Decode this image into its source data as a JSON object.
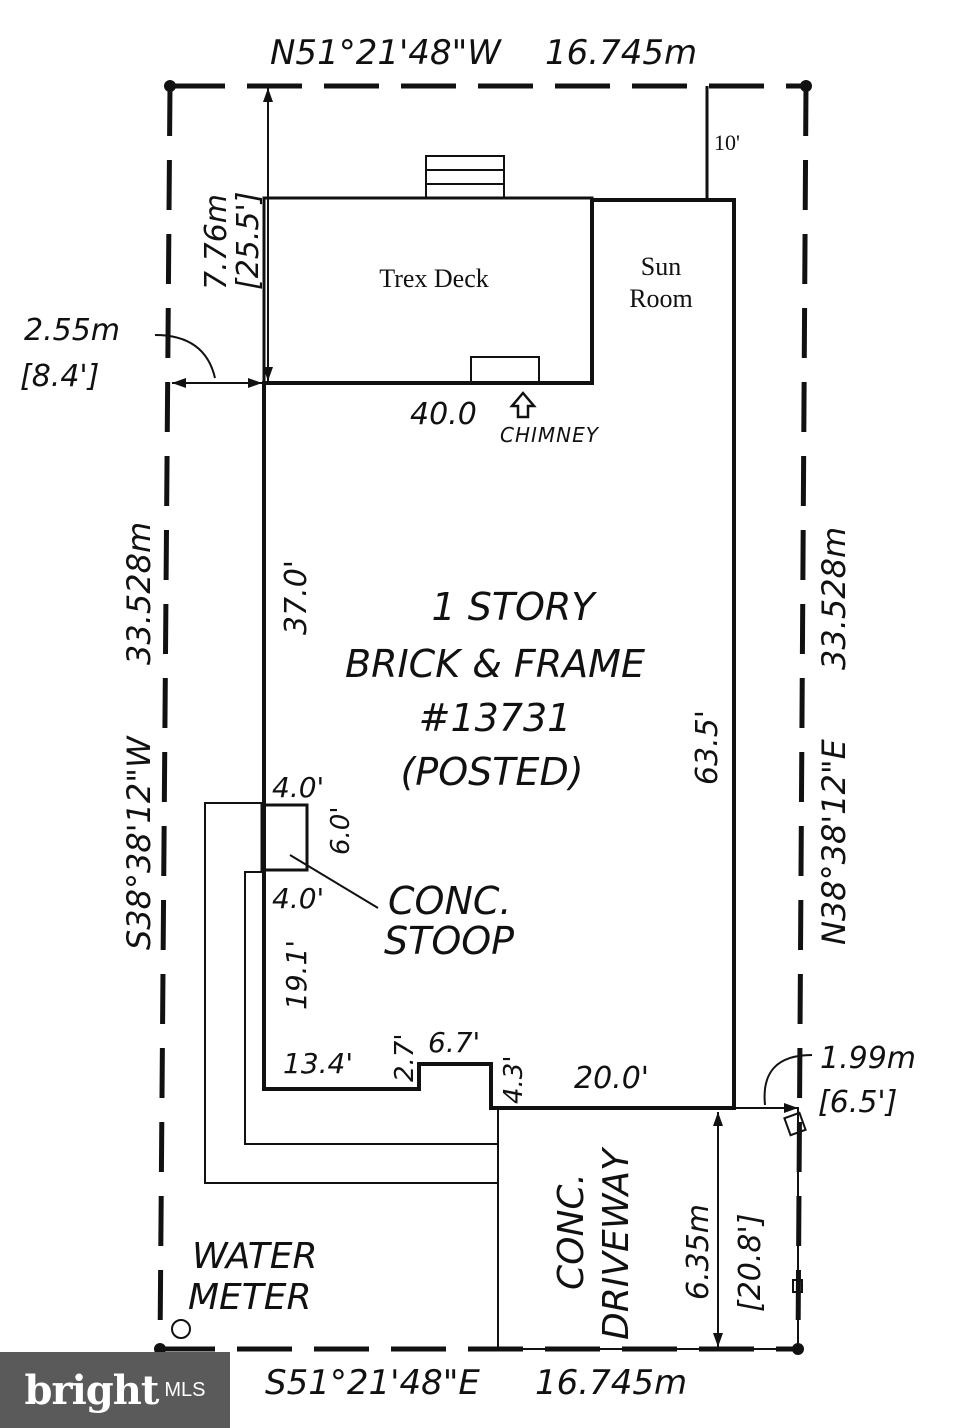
{
  "boundary": {
    "north": "N51°21'48\"W",
    "north_length": "16.745m",
    "south": "S51°21'48\"E",
    "south_length": "16.745m",
    "west": "S38°38'12\"W",
    "west_length": "33.528m",
    "east": "N38°38'12\"E",
    "east_length": "33.528m"
  },
  "setbacks": {
    "rear_m": "7.76m",
    "rear_ft": "[25.5']",
    "side_left_m": "2.55m",
    "side_left_ft": "[8.4']",
    "side_right_m": "1.99m",
    "side_right_ft": "[6.5']",
    "front_m": "6.35m",
    "front_ft": "[20.8']",
    "sunroom_offset": "10'"
  },
  "house": {
    "line1": "1 STORY",
    "line2": "BRICK & FRAME",
    "line3": "#13731",
    "line4": "(POSTED)",
    "dim_rear": "40.0",
    "dim_left_upper": "37.0'",
    "dim_right": "63.5'",
    "dim_stoop_top": "4.0'",
    "dim_stoop_side": "6.0'",
    "dim_stoop_bottom": "4.0'",
    "dim_left_lower": "19.1'",
    "dim_front_left": "13.4'",
    "dim_notch_left": "2.7'",
    "dim_notch_width": "6.7'",
    "dim_notch_right": "4.3'",
    "dim_front_right": "20.0'"
  },
  "features": {
    "deck": "Trex Deck",
    "sunroom_line1": "Sun",
    "sunroom_line2": "Room",
    "chimney": "CHIMNEY",
    "stoop_line1": "CONC.",
    "stoop_line2": "STOOP",
    "driveway_line1": "CONC.",
    "driveway_line2": "DRIVEWAY",
    "water_line1": "WATER",
    "water_line2": "METER"
  },
  "watermark": {
    "brand": "bright",
    "suffix": "MLS"
  }
}
